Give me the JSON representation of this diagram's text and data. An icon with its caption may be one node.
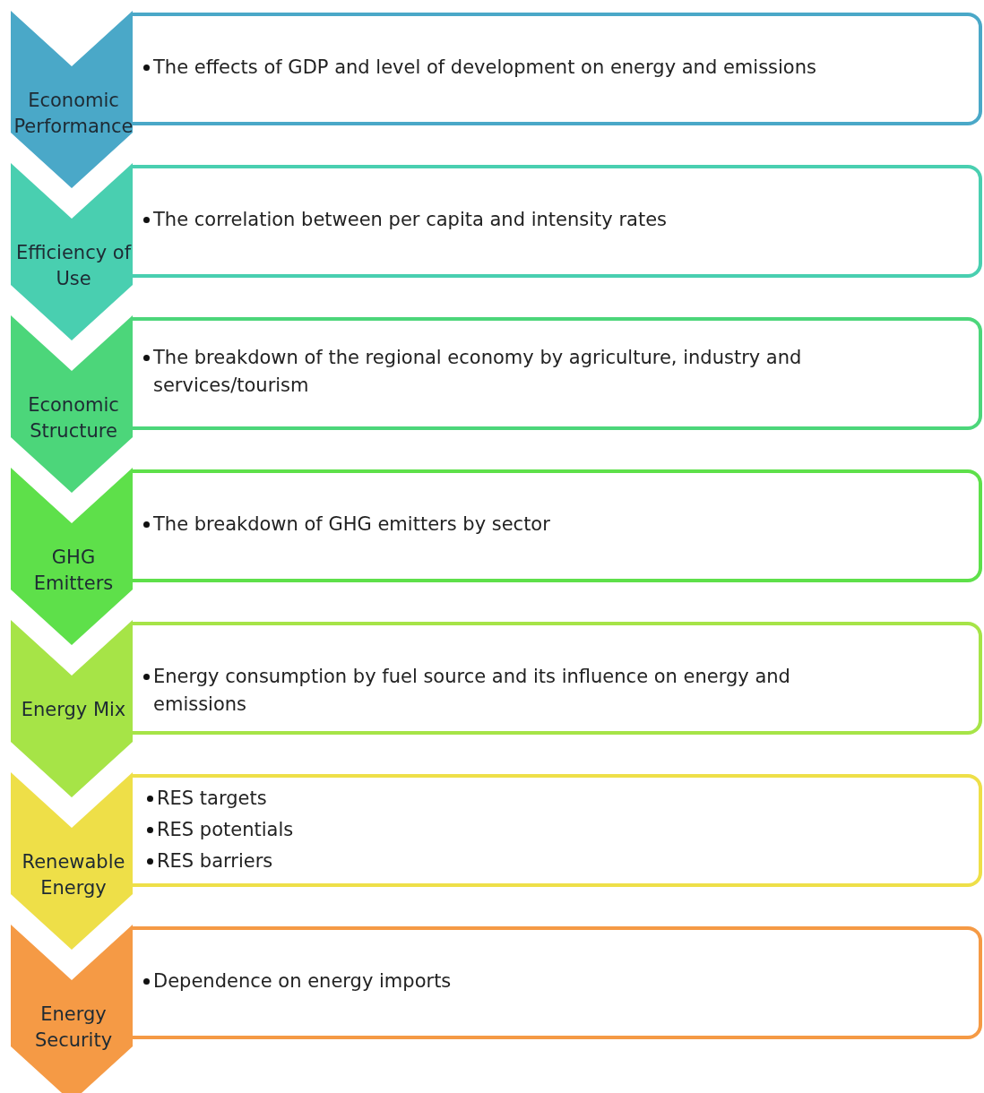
{
  "diagram": {
    "nodes": [
      {
        "text": [
          "Economic Performance"
        ]
      },
      {
        "text": [
          "The effects of GDP and level of development on energy and emissions"
        ]
      },
      {
        "text": [
          "Efficiency of Use"
        ]
      },
      {
        "text": [
          "The correlation between per capita and intensity rates"
        ]
      },
      {
        "text": [
          "Economic Structure"
        ]
      },
      {
        "text": [
          "The breakdown of the regional economy by agriculture, industry and services/tourism"
        ]
      },
      {
        "text": [
          "GHG Emitters"
        ]
      },
      {
        "text": [
          "The breakdown of GHG emitters by sector"
        ]
      },
      {
        "text": [
          "Energy Mix"
        ]
      },
      {
        "text": [
          "Energy consumption by fuel source and its influence on energy and emissions"
        ]
      },
      {
        "text": [
          "Renewable Energy"
        ]
      },
      {
        "text": [
          "RES targets",
          "RES potentials",
          "RES barriers"
        ]
      },
      {
        "text": [
          "Energy Security"
        ]
      },
      {
        "text": [
          "Dependence on energy imports"
        ]
      }
    ]
  }
}
